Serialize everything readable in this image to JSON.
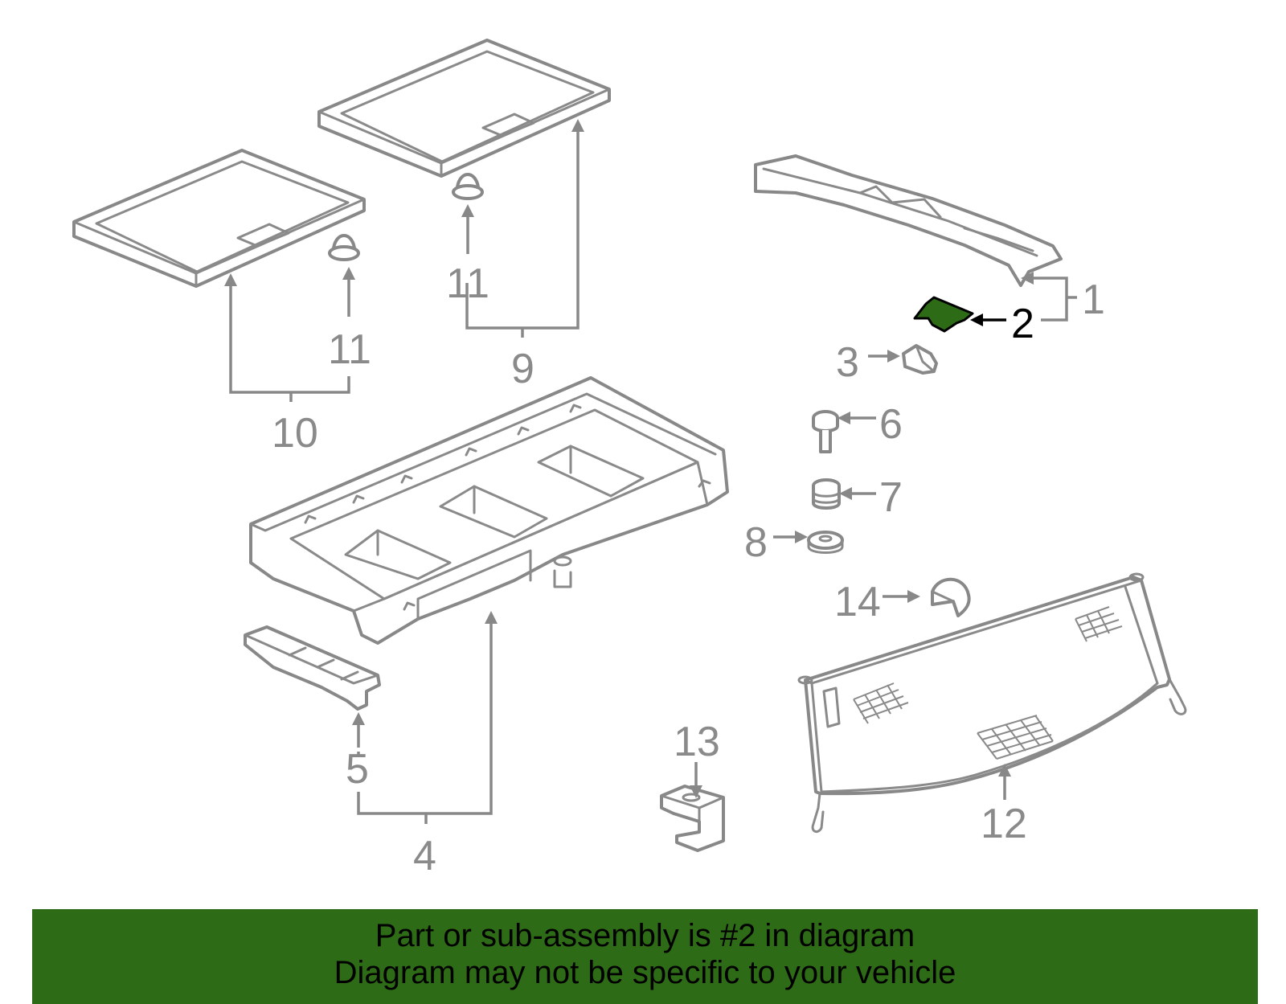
{
  "diagram": {
    "highlight_color": "#2e6b16",
    "line_color": "#888888",
    "highlighted_part": "2",
    "labels": {
      "p1": "1",
      "p2": "2",
      "p3": "3",
      "p4": "4",
      "p5": "5",
      "p6": "6",
      "p7": "7",
      "p8": "8",
      "p9": "9",
      "p10": "10",
      "p11a": "11",
      "p11b": "11",
      "p12": "12",
      "p13": "13",
      "p14": "14"
    }
  },
  "banner": {
    "line1": "Part or sub-assembly is #2 in diagram",
    "line2": "Diagram may not be specific to your vehicle"
  }
}
